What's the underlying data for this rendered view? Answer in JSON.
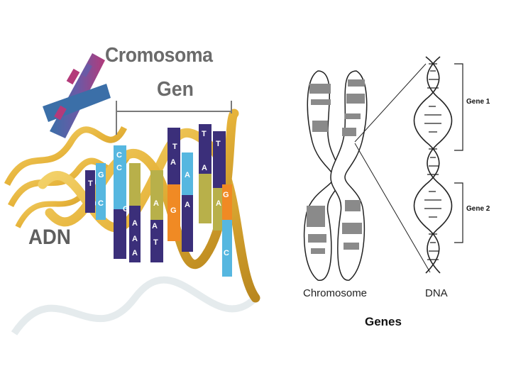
{
  "left_figure": {
    "label_chromosome": "Cromosoma",
    "label_gene": "Gen",
    "label_dna": "ADN",
    "base_letters": [
      "C",
      "C",
      "G",
      "A",
      "A",
      "A",
      "A",
      "T",
      "A",
      "A",
      "G",
      "A",
      "T",
      "T",
      "A",
      "G",
      "T",
      "A",
      "A",
      "C",
      "G",
      "T",
      "C"
    ]
  },
  "right_figure": {
    "label_gene1": "Gene 1",
    "label_gene2": "Gene 2",
    "label_chromosome": "Chromosome",
    "label_dna": "DNA",
    "caption": "Genes"
  },
  "colors": {
    "backbone": "#e8b83a",
    "chromosome_pink": "#b33a7a",
    "chromosome_blue": "#3b6fa8",
    "base_purple": "#3b2f7a",
    "base_cyan": "#56b7e0",
    "base_orange": "#f08a24",
    "base_olive": "#b8b04a",
    "label_gray": "#6b6b6b"
  }
}
